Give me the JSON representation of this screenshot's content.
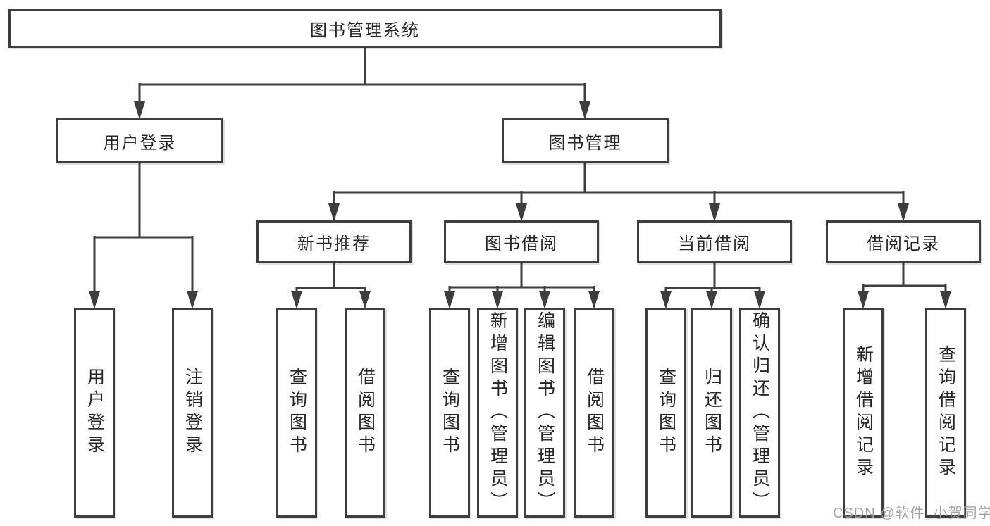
{
  "diagram": {
    "root": {
      "label": "图书管理系统"
    },
    "branches": [
      {
        "label": "用户登录",
        "children": [
          {
            "label": "用户登录"
          },
          {
            "label": "注销登录"
          }
        ]
      },
      {
        "label": "图书管理",
        "children": [
          {
            "label": "新书推荐",
            "children": [
              {
                "label": "查询图书"
              },
              {
                "label": "借阅图书"
              }
            ]
          },
          {
            "label": "图书借阅",
            "children": [
              {
                "label": "查询图书"
              },
              {
                "label": "新增图书（管理员）"
              },
              {
                "label": "编辑图书（管理员）"
              },
              {
                "label": "借阅图书"
              }
            ]
          },
          {
            "label": "当前借阅",
            "children": [
              {
                "label": "查询图书"
              },
              {
                "label": "归还图书"
              },
              {
                "label": "确认归还（管理员）"
              }
            ]
          },
          {
            "label": "借阅记录",
            "children": [
              {
                "label": "新增借阅记录"
              },
              {
                "label": "查询借阅记录"
              }
            ]
          }
        ]
      }
    ]
  },
  "watermark": {
    "text": "CSDN @软件_小贺同学"
  },
  "colors": {
    "line": "#3e3e3e",
    "text": "#262626",
    "box_fill": "#ffffff",
    "background": "#ffffff",
    "watermark": "#9e9e9e"
  }
}
